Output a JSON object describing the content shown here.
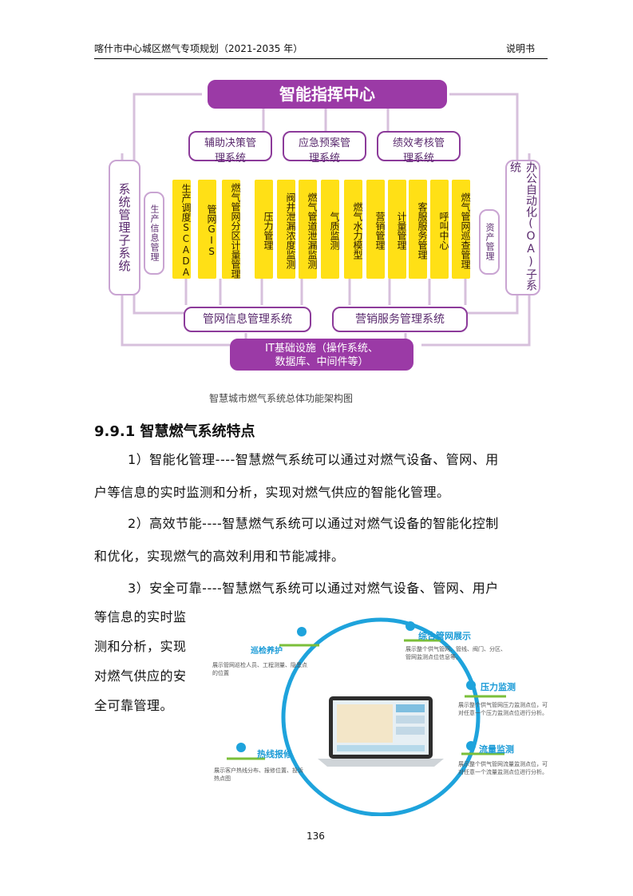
{
  "header": {
    "title": "喀什市中心城区燃气专项规划（2021-2035 年）",
    "right": "说明书"
  },
  "diagram": {
    "top": "智能指挥中心",
    "row2": [
      "辅助决策管理系统",
      "应急预案管理系统",
      "绩效考核管理系统"
    ],
    "left_outer": "系统管理子系统",
    "left_inner": "生产信息管理",
    "yellow": [
      "生产调度SCADA",
      "管网GIS",
      "燃气管网分区计量管理",
      "压力管理",
      "阀井泄漏浓度监测",
      "燃气管道泄漏监测",
      "气质监测",
      "燃气水力模型",
      "营销管理",
      "计量管理",
      "客服服务管理",
      "呼叫中心",
      "燃气管网巡查管理"
    ],
    "right_inner": "资产管理",
    "right_outer": "办公自动化(OA)子系统",
    "bottom_left": "管网信息管理系统",
    "bottom_right": "营销服务管理系统",
    "base": "IT基础设施（操作系统、数据库、中间件等）",
    "caption": "智慧城市燃气系统总体功能架构图"
  },
  "section_title": "9.9.1  智慧燃气系统特点",
  "paragraphs": {
    "p1a": "1）智能化管理----智慧燃气系统可以通过对燃气设备、管网、用",
    "p1b": "户等信息的实时监测和分析，实现对燃气供应的智能化管理。",
    "p2a": "2）高效节能----智慧燃气系统可以通过对燃气设备的智能化控制",
    "p2b": "和优化，实现燃气的高效利用和节能减排。",
    "p3a": "3）安全可靠----智慧燃气系统可以通过对燃气设备、管网、用户",
    "p3b": "等信息的实时监",
    "p3c": "测和分析，实现",
    "p3d": "对燃气供应的安",
    "p3e": "全可靠管理。"
  },
  "illustration": {
    "patrol": {
      "title": "巡检养护",
      "desc": "展示管网巡检人员、工程测量、隐患点的位置"
    },
    "network": {
      "title": "综合管网展示",
      "desc": "展示整个供气管网、管线、阀门、分区、管网监测点位信息等。"
    },
    "pressure": {
      "title": "压力监测",
      "desc": "展示整个供气管网压力监测点位，可对任意一个压力监测点位进行分析。"
    },
    "flow": {
      "title": "流量监测",
      "desc": "展示整个供气管网流量监测点位，可对任意一个流量监测点位进行分析。"
    },
    "hotline": {
      "title": "热线报修",
      "desc": "展示客户热线分布、报修位置、投诉热点图"
    }
  },
  "page_number": "136"
}
